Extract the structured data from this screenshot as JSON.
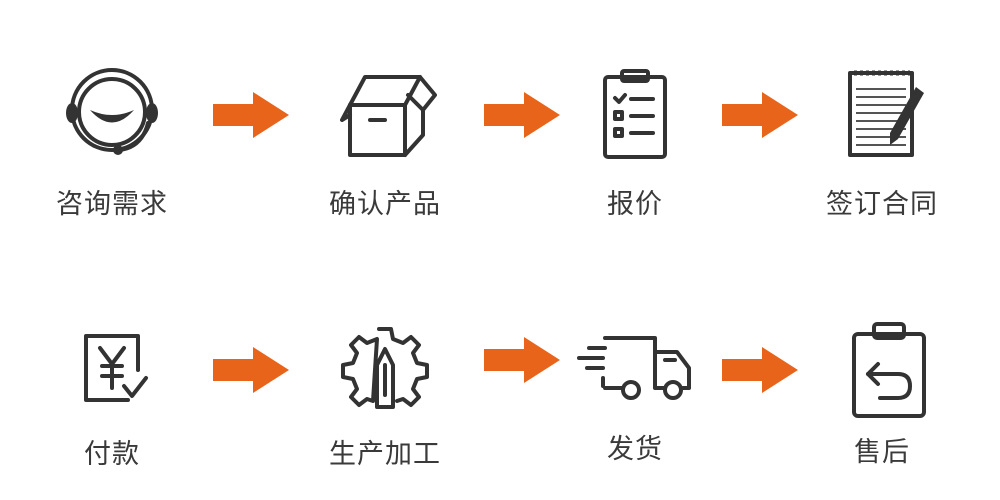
{
  "accent_color": "#e8641b",
  "steps": [
    {
      "label": "咨询需求",
      "icon": "headset-smile-icon"
    },
    {
      "label": "确认产品",
      "icon": "box-icon"
    },
    {
      "label": "报价",
      "icon": "checklist-clipboard-icon"
    },
    {
      "label": "签订合同",
      "icon": "notepad-pen-icon"
    },
    {
      "label": "付款",
      "icon": "yen-payment-icon"
    },
    {
      "label": "生产加工",
      "icon": "gear-tool-icon"
    },
    {
      "label": "发货",
      "icon": "delivery-truck-icon"
    },
    {
      "label": "售后",
      "icon": "return-clipboard-icon"
    }
  ]
}
